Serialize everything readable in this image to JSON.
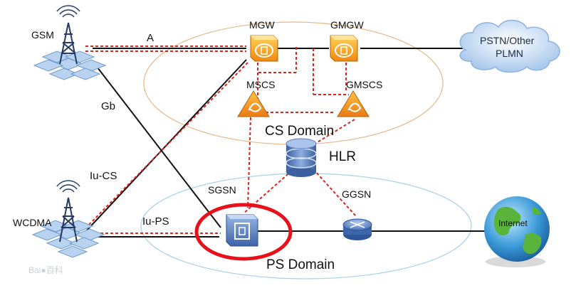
{
  "nodes": {
    "gsm": "GSM",
    "wcdma": "WCDMA",
    "mgw": "MGW",
    "gmgw": "GMGW",
    "mscs": "MSCS",
    "gmscs": "GMSCS",
    "hlr": "HLR",
    "sgsn": "SGSN",
    "ggsn": "GGSN",
    "pstn_line1": "PSTN/Other",
    "pstn_line2": "PLMN",
    "internet": "Internet"
  },
  "interfaces": {
    "a": "A",
    "gb": "Gb",
    "iu_cs": "Iu-CS",
    "iu_ps": "Iu-PS"
  },
  "domains": {
    "cs": "CS Domain",
    "ps": "PS Domain"
  },
  "watermark": "Bai●百科",
  "colors": {
    "signal_line": "#d9261c",
    "highlight": "#e8111b",
    "cs_ellipse": "#e6b98a",
    "ps_ellipse": "#a9cfe6"
  }
}
